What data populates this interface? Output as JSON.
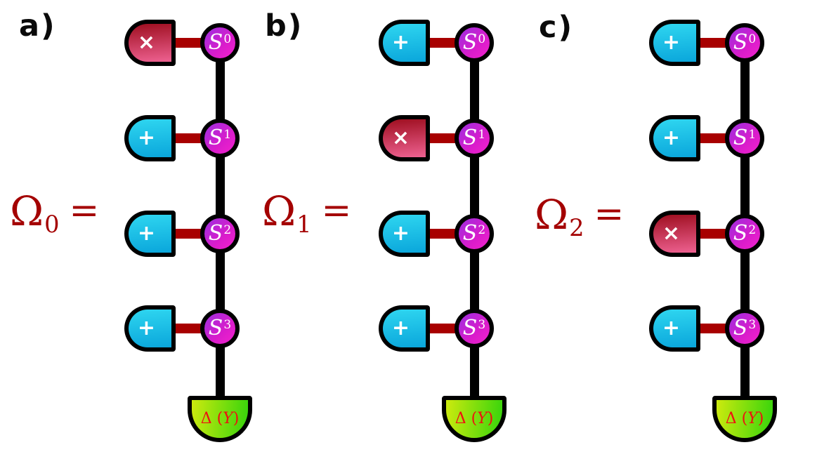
{
  "figure": {
    "background": "#ffffff",
    "colors": {
      "omega_red": "#a40000",
      "connector_red": "#a80000",
      "outline_black": "#000000",
      "gate_add_top": "#2fd6f0",
      "gate_add_bottom": "#0aa6db",
      "gate_multiply_top": "#9e0e1f",
      "gate_multiply_bottom": "#ee6191",
      "node_purple": "#9b2fe0",
      "node_magenta": "#f322cd",
      "terminal_yellow_green": "#cdea0e",
      "terminal_green": "#35d40c",
      "terminal_text_red": "#ee1111",
      "symbol_white": "#ffffff"
    },
    "panels": [
      {
        "label": "a)",
        "omega_symbol": "Ω",
        "omega_subscript": "0",
        "equals": "=",
        "nodes": [
          {
            "name": "S",
            "superscript": "0",
            "gate": "multiply",
            "symbol": "×"
          },
          {
            "name": "S",
            "superscript": "1",
            "gate": "add",
            "symbol": "+"
          },
          {
            "name": "S",
            "superscript": "2",
            "gate": "add",
            "symbol": "+"
          },
          {
            "name": "S",
            "superscript": "3",
            "gate": "add",
            "symbol": "+"
          }
        ],
        "terminal": {
          "prefix": "Δ (",
          "variable": "Y",
          "suffix": ")"
        }
      },
      {
        "label": "b)",
        "omega_symbol": "Ω",
        "omega_subscript": "1",
        "equals": "=",
        "nodes": [
          {
            "name": "S",
            "superscript": "0",
            "gate": "add",
            "symbol": "+"
          },
          {
            "name": "S",
            "superscript": "1",
            "gate": "multiply",
            "symbol": "×"
          },
          {
            "name": "S",
            "superscript": "2",
            "gate": "add",
            "symbol": "+"
          },
          {
            "name": "S",
            "superscript": "3",
            "gate": "add",
            "symbol": "+"
          }
        ],
        "terminal": {
          "prefix": "Δ (",
          "variable": "Y",
          "suffix": ")"
        }
      },
      {
        "label": "c)",
        "omega_symbol": "Ω",
        "omega_subscript": "2",
        "equals": "=",
        "nodes": [
          {
            "name": "S",
            "superscript": "0",
            "gate": "add",
            "symbol": "+"
          },
          {
            "name": "S",
            "superscript": "1",
            "gate": "add",
            "symbol": "+"
          },
          {
            "name": "S",
            "superscript": "2",
            "gate": "multiply",
            "symbol": "×"
          },
          {
            "name": "S",
            "superscript": "3",
            "gate": "add",
            "symbol": "+"
          }
        ],
        "terminal": {
          "prefix": "Δ (",
          "variable": "Y",
          "suffix": ")"
        }
      }
    ]
  }
}
